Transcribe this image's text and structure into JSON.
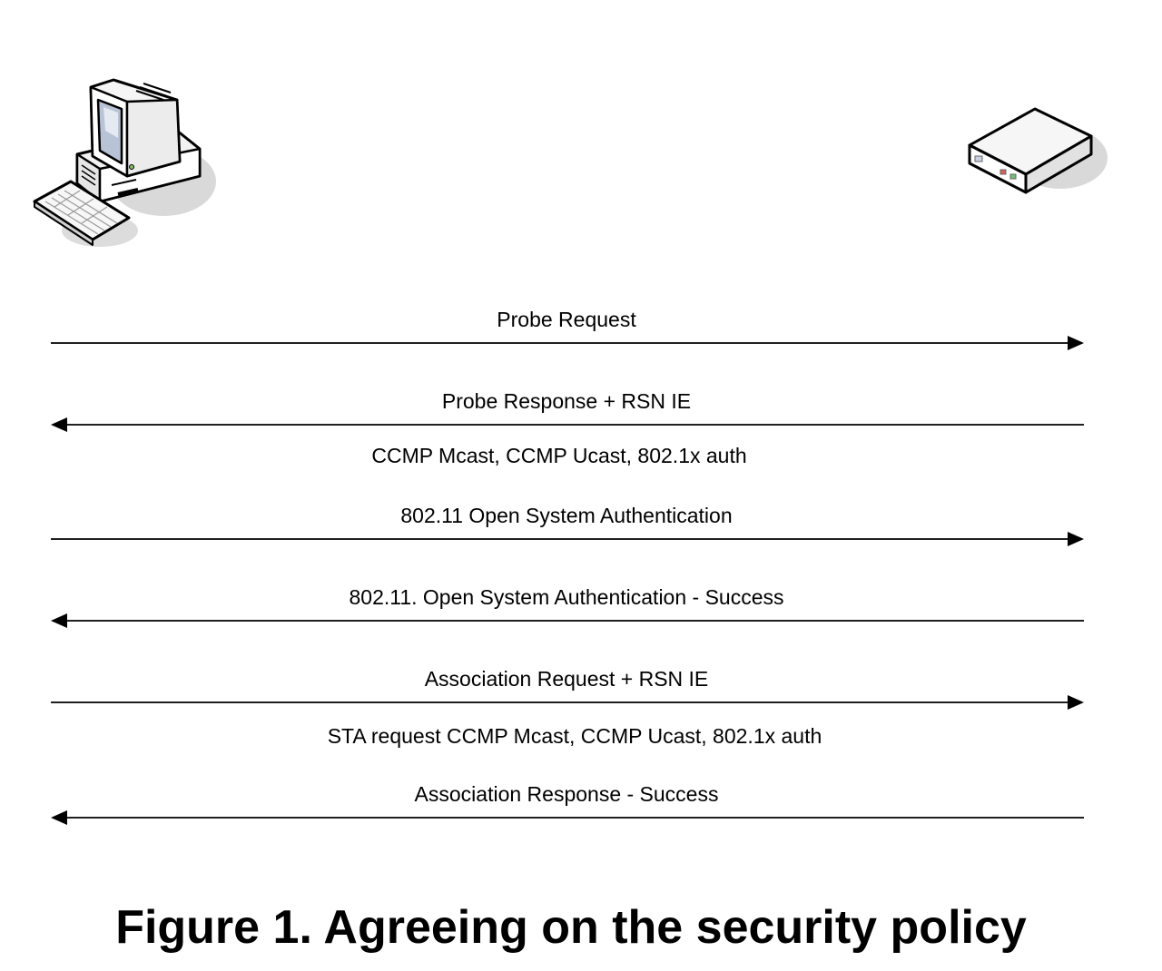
{
  "diagram": {
    "type": "sequence",
    "participants": [
      {
        "id": "sta",
        "icon": "desktop-computer-icon"
      },
      {
        "id": "ap",
        "icon": "access-point-icon"
      }
    ],
    "messages": [
      {
        "label": "Probe Request",
        "direction": "right"
      },
      {
        "label": "Probe Response + RSN IE",
        "direction": "left",
        "note": "CCMP Mcast, CCMP Ucast, 802.1x auth"
      },
      {
        "label": "802.11 Open System Authentication",
        "direction": "right"
      },
      {
        "label": "802.11. Open System Authentication - Success",
        "direction": "left"
      },
      {
        "label": "Association Request + RSN IE",
        "direction": "right",
        "note": "STA request CCMP Mcast, CCMP Ucast, 802.1x auth"
      },
      {
        "label": "Association Response - Success",
        "direction": "left"
      }
    ]
  },
  "caption": "Figure 1. Agreeing on the security policy"
}
